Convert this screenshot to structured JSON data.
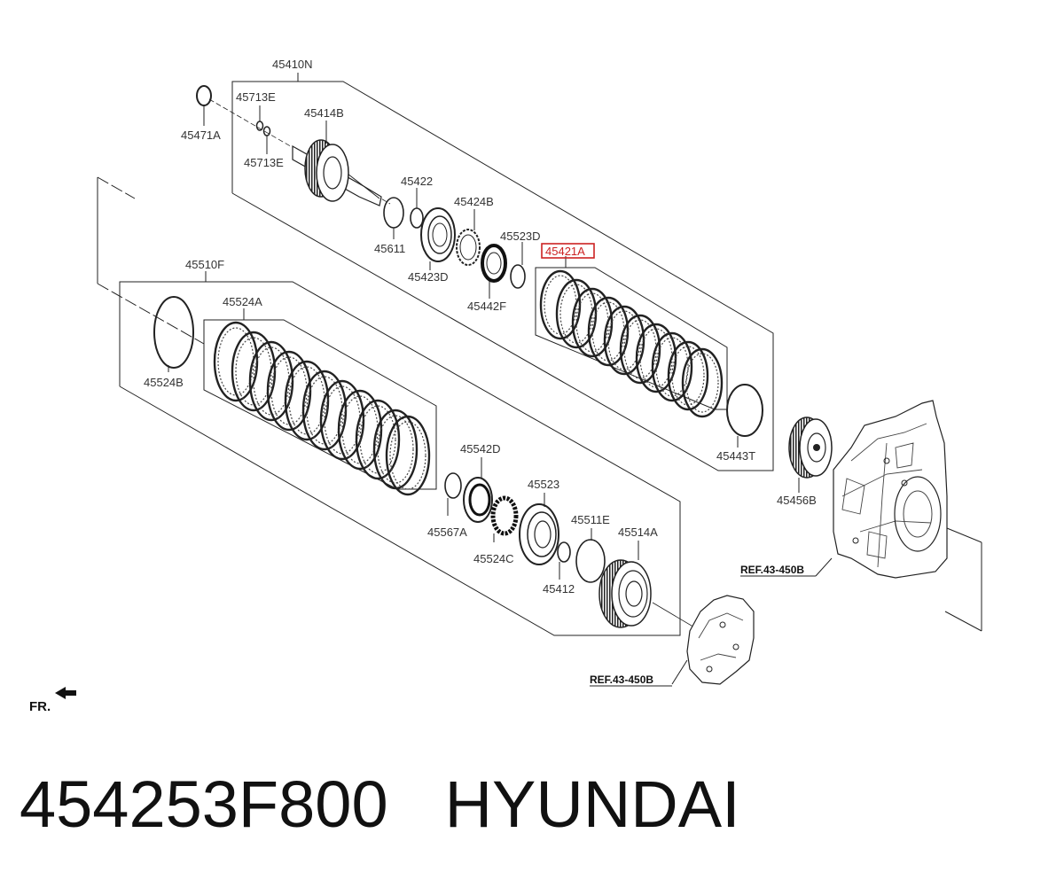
{
  "labels": {
    "l45410N": "45410N",
    "l45713E_top": "45713E",
    "l45414B": "45414B",
    "l45471A": "45471A",
    "l45713E_bottom": "45713E",
    "l45422": "45422",
    "l45424B": "45424B",
    "l45523D": "45523D",
    "l45611": "45611",
    "l45423D": "45423D",
    "l45442F": "45442F",
    "l45421A": "45421A",
    "l45510F": "45510F",
    "l45524A": "45524A",
    "l45524B": "45524B",
    "l45443T": "45443T",
    "l45542D": "45542D",
    "l45523": "45523",
    "l45511E": "45511E",
    "l45514A": "45514A",
    "l45567A": "45567A",
    "l45524C": "45524C",
    "l45412": "45412",
    "l45456B": "45456B"
  },
  "refs": {
    "upper": "REF.43-450B",
    "lower": "REF.43-450B"
  },
  "front_marker": "FR.",
  "highlight": {
    "part": "45421A",
    "color": "#cc2222"
  },
  "caption": {
    "part_number": "454253F800",
    "brand": "HYUNDAI"
  }
}
